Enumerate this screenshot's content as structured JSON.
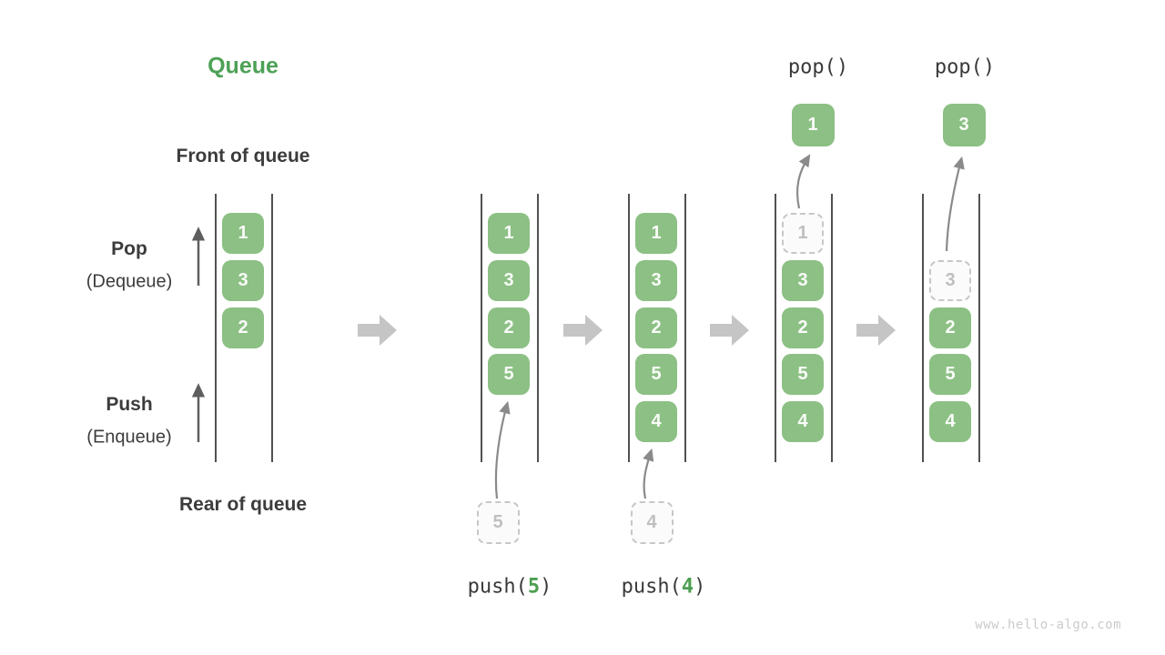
{
  "title": "Queue",
  "labels": {
    "front_of_queue": "Front of queue",
    "rear_of_queue": "Rear of queue",
    "pop": "Pop",
    "pop_alias": "(Dequeue)",
    "push": "Push",
    "push_alias": "(Enqueue)"
  },
  "queue_states": [
    {
      "name": "initial",
      "start_slot": 0,
      "cells": [
        {
          "value": "1"
        },
        {
          "value": "3"
        },
        {
          "value": "2"
        }
      ]
    },
    {
      "name": "after-push-5",
      "start_slot": 0,
      "cells": [
        {
          "value": "1"
        },
        {
          "value": "3"
        },
        {
          "value": "2"
        },
        {
          "value": "5"
        }
      ],
      "incoming": {
        "value": "5"
      },
      "operation": {
        "prefix": "push(",
        "arg": "5",
        "suffix": ")"
      }
    },
    {
      "name": "after-push-4",
      "start_slot": 0,
      "cells": [
        {
          "value": "1"
        },
        {
          "value": "3"
        },
        {
          "value": "2"
        },
        {
          "value": "5"
        },
        {
          "value": "4"
        }
      ],
      "incoming": {
        "value": "4"
      },
      "operation": {
        "prefix": "push(",
        "arg": "4",
        "suffix": ")"
      }
    },
    {
      "name": "after-pop-1",
      "start_slot": 0,
      "cells": [
        {
          "value": "1",
          "ghost": true
        },
        {
          "value": "3"
        },
        {
          "value": "2"
        },
        {
          "value": "5"
        },
        {
          "value": "4"
        }
      ],
      "popped": {
        "value": "1"
      },
      "operation_label": "pop()"
    },
    {
      "name": "after-pop-3",
      "start_slot": 1,
      "cells": [
        {
          "value": "3",
          "ghost": true
        },
        {
          "value": "2"
        },
        {
          "value": "5"
        },
        {
          "value": "4"
        }
      ],
      "popped": {
        "value": "3"
      },
      "operation_label": "pop()"
    }
  ],
  "watermark": "www.hello-algo.com",
  "colors": {
    "box_green": "#8CC084",
    "title_green": "#4DA156",
    "operation_arg_green": "#4C9E50",
    "dark_text": "#3C3C3C",
    "ghost_text": "#BFBFBF",
    "rail_gray": "#515151",
    "curve_arrow_gray": "#8A8A8A",
    "transition_arrow_gray": "#C5C5C5"
  }
}
